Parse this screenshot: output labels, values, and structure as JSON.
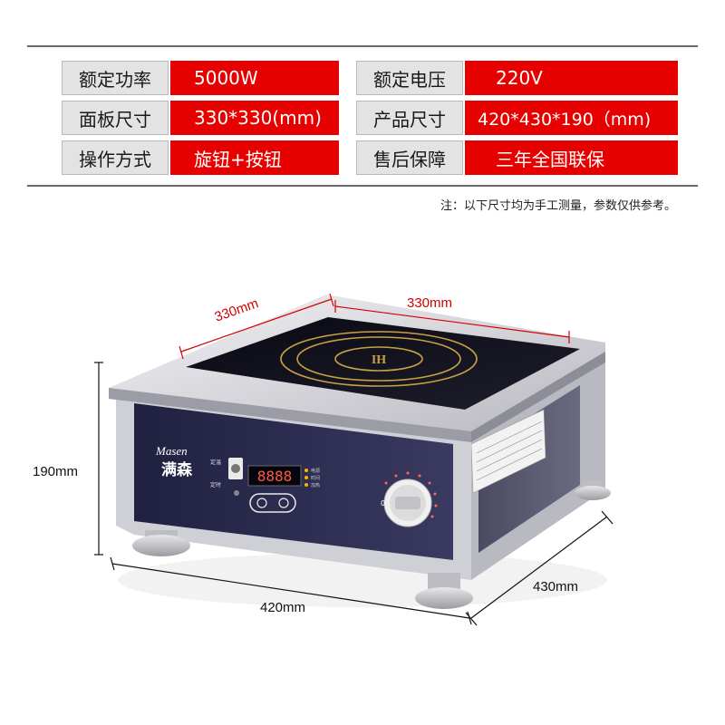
{
  "specs": {
    "left": [
      {
        "label": "额定功率",
        "value": "5000W"
      },
      {
        "label": "面板尺寸",
        "value": "330*330(mm)"
      },
      {
        "label": "操作方式",
        "value": "旋钮+按钮"
      }
    ],
    "right": [
      {
        "label": "额定电压",
        "value": "220V"
      },
      {
        "label": "产品尺寸",
        "value": "420*430*190（mm)"
      },
      {
        "label": "售后保障",
        "value": "三年全国联保"
      }
    ]
  },
  "note": "注：以下尺寸均为手工测量，参数仅供参考。",
  "dimensions": {
    "panel_left": "330mm",
    "panel_right": "330mm",
    "height": "190mm",
    "width": "420mm",
    "depth": "430mm"
  },
  "product": {
    "brand_script": "Masen",
    "brand_cn": "满森",
    "coil_mark": "IH",
    "display": "8888",
    "control_labels": [
      "定温",
      "定时"
    ],
    "indicator_labels": [
      "电源",
      "时间",
      "加热"
    ],
    "knob_mark": "0"
  },
  "colors": {
    "accent": "#e60000",
    "label_bg": "#e3e3e3",
    "body_panel": "#2a2a4e",
    "steel": "#c9c9cf"
  }
}
